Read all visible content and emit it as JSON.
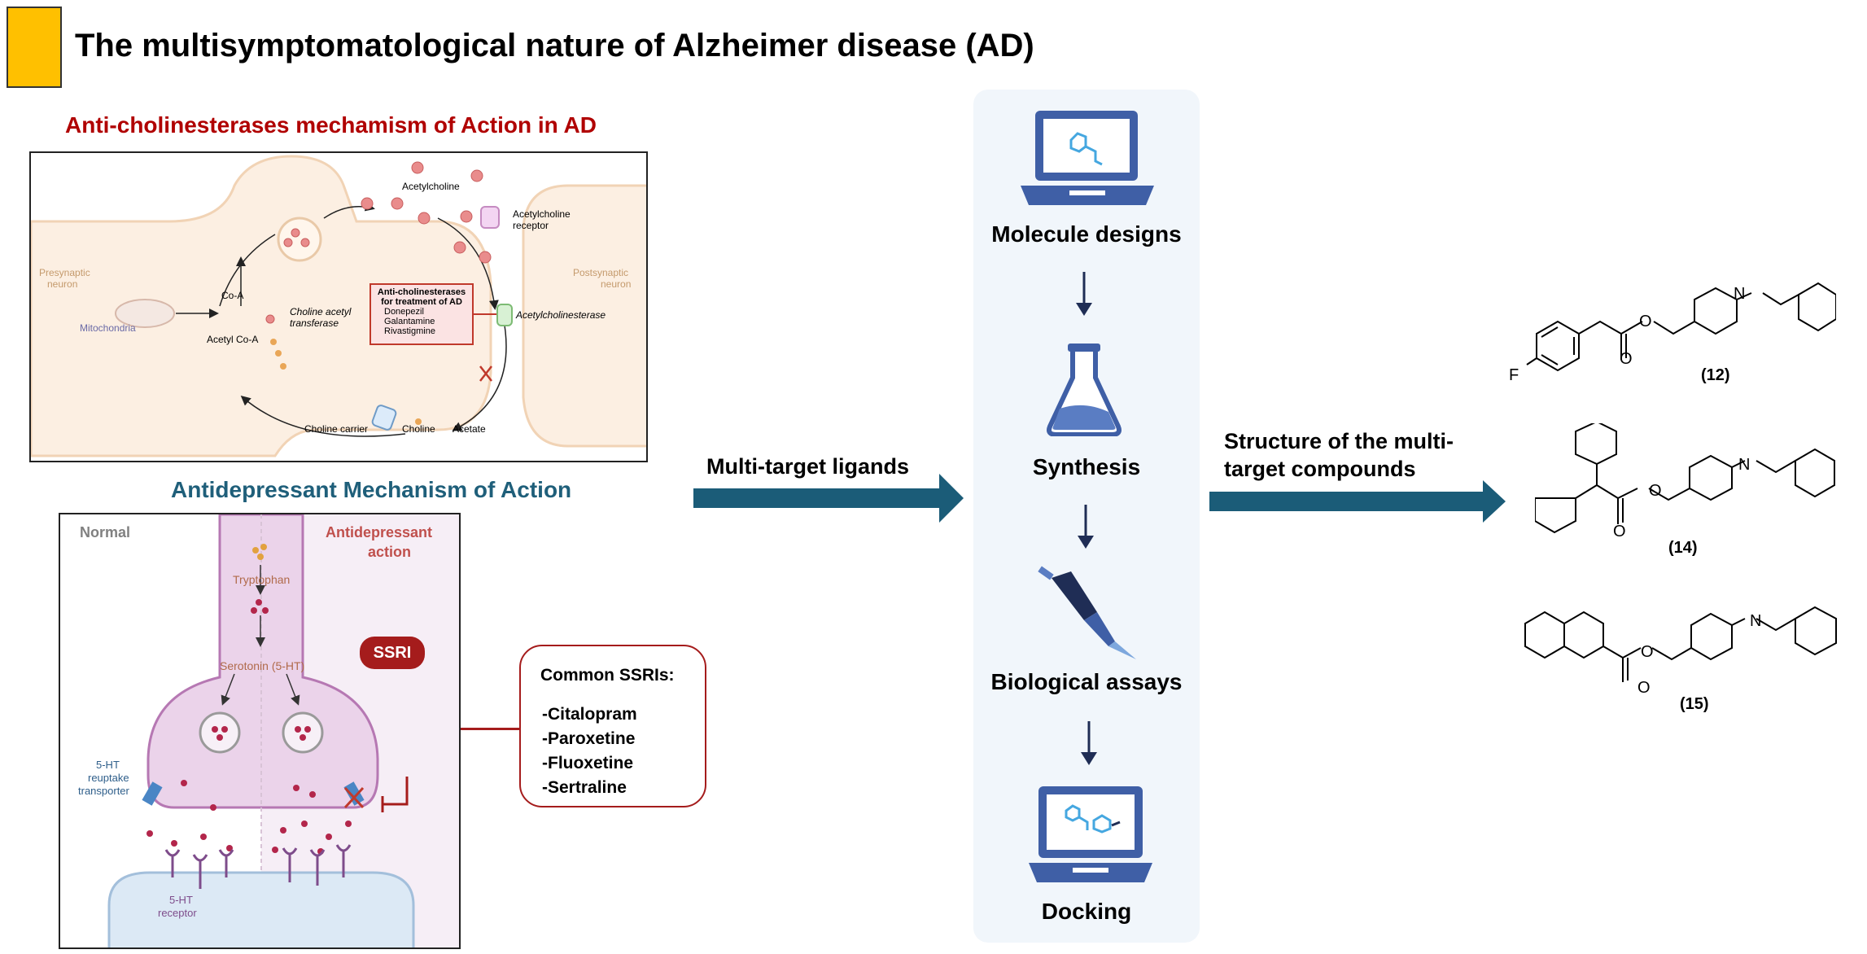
{
  "header": {
    "title": "The multisymptomatological nature of Alzheimer disease (AD)",
    "marker_color": "#FFC000"
  },
  "ache_panel": {
    "title": "Anti-cholinesterases mechamism of Action in AD",
    "labels": {
      "acetylcholine": "Acetylcholine",
      "ach_receptor_1": "Acetylcholine",
      "ach_receptor_2": "receptor",
      "presynaptic_1": "Presynaptic",
      "presynaptic_2": "neuron",
      "postsynaptic_1": "Postsynaptic",
      "postsynaptic_2": "neuron",
      "coa": "Co-A",
      "mitochondria": "Mitochondria",
      "acetyl_coa": "Acetyl Co-A",
      "chat_1": "Choline acetyl",
      "chat_2": "transferase",
      "ache": "Acetylcholinesterase",
      "choline_carrier": "Choline carrier",
      "choline": "Choline",
      "acetate": "Acetate"
    },
    "treatment_box": {
      "title_1": "Anti-cholinesterases",
      "title_2": "for treatment of AD",
      "drugs": [
        "Donepezil",
        "Galantamine",
        "Rivastigmine"
      ]
    }
  },
  "ssri_panel": {
    "title": "Antidepressant Mechanism of Action",
    "labels": {
      "normal": "Normal",
      "antidep_1": "Antidepressant",
      "antidep_2": "action",
      "tryptophan": "Tryptophan",
      "serotonin": "Serotonin (5-HT)",
      "ssri": "SSRI",
      "transporter_1": "5-HT",
      "transporter_2": "reuptake",
      "transporter_3": "transporter",
      "receptor_1": "5-HT",
      "receptor_2": "receptor"
    },
    "common_ssris": {
      "heading": "Common SSRIs:",
      "items": [
        "-Citalopram",
        "-Paroxetine",
        "-Fluoxetine",
        "-Sertraline"
      ]
    }
  },
  "workflow": {
    "input_label": "Multi-target ligands",
    "steps": [
      {
        "label": "Molecule designs",
        "icon": "laptop-molecule-icon"
      },
      {
        "label": "Synthesis",
        "icon": "flask-icon"
      },
      {
        "label": "Biological assays",
        "icon": "pipette-icon"
      },
      {
        "label": "Docking",
        "icon": "laptop-docking-icon"
      }
    ],
    "output_label_1": "Structure of the multi-",
    "output_label_2": "target compounds",
    "arrow_color": "#1B5C78"
  },
  "compounds": [
    {
      "id": "(12)",
      "atoms": {
        "f": "F",
        "o1": "O",
        "o2": "O",
        "n": "N"
      }
    },
    {
      "id": "(14)",
      "atoms": {
        "o1": "O",
        "o2": "O",
        "n": "N"
      }
    },
    {
      "id": "(15)",
      "atoms": {
        "o1": "O",
        "o2": "O",
        "n": "N"
      }
    }
  ]
}
